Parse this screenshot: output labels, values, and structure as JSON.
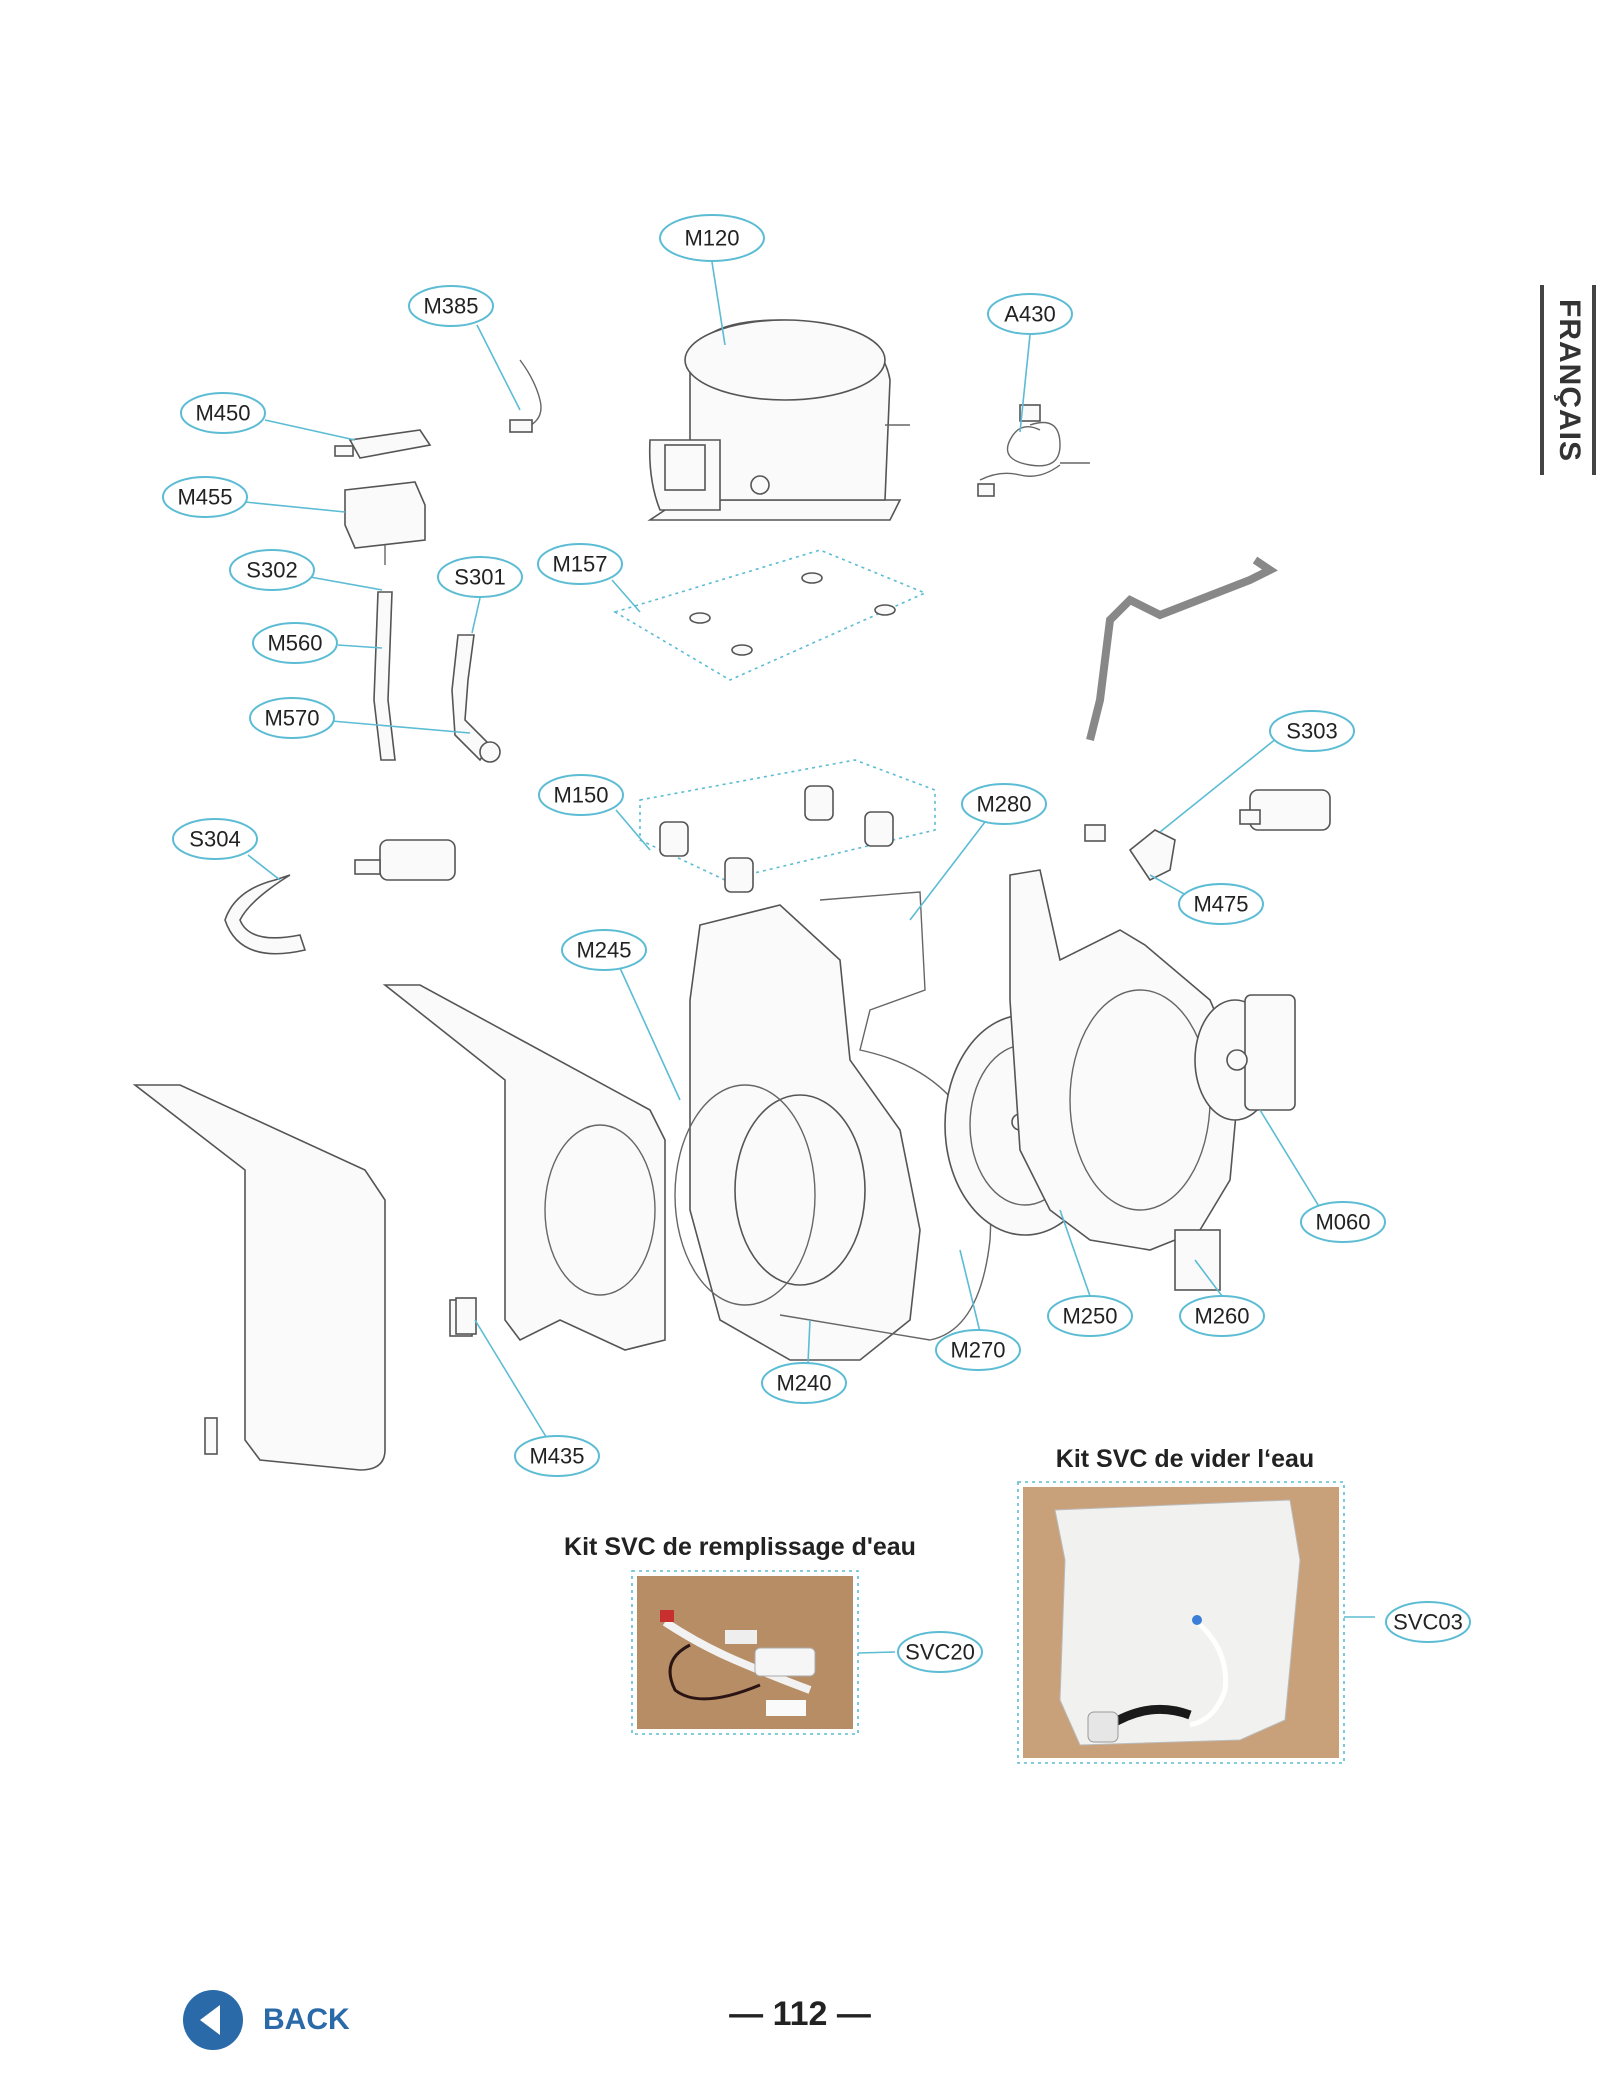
{
  "side_tab": {
    "label": "FRANÇAIS"
  },
  "callouts": {
    "m120": "M120",
    "m385": "M385",
    "a430": "A430",
    "m450": "M450",
    "m455": "M455",
    "s302": "S302",
    "s301": "S301",
    "m157": "M157",
    "m560": "M560",
    "m570": "M570",
    "s303": "S303",
    "m150": "M150",
    "m280": "M280",
    "s304": "S304",
    "m475": "M475",
    "m245": "M245",
    "m060": "M060",
    "m250": "M250",
    "m260": "M260",
    "m270": "M270",
    "m240": "M240",
    "m435": "M435",
    "svc20": "SVC20",
    "svc03": "SVC03"
  },
  "kits": {
    "fill_title": "Kit SVC de remplissage d'eau",
    "drain_title": "Kit SVC de vider l‘eau"
  },
  "footer": {
    "back_label": "BACK",
    "page_number": "— 112 —"
  },
  "colors": {
    "callout_stroke": "#5bbcd4",
    "back_button": "#2a6aa8"
  }
}
